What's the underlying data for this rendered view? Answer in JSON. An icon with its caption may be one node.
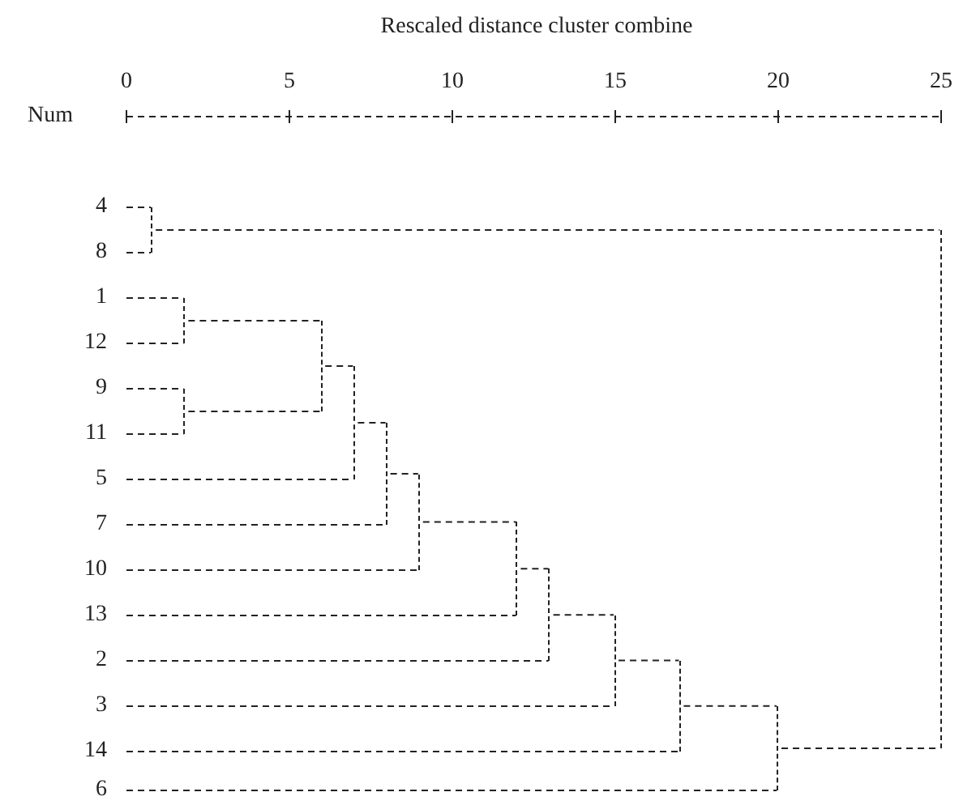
{
  "diagram": {
    "title": "Rescaled distance cluster combine",
    "nodes": [
      {
        "text": [
          "4"
        ]
      },
      {
        "text": [
          "8"
        ]
      },
      {
        "text": [
          "1"
        ]
      },
      {
        "text": [
          "12"
        ]
      },
      {
        "text": [
          "9"
        ]
      },
      {
        "text": [
          "11"
        ]
      },
      {
        "text": [
          "5"
        ]
      },
      {
        "text": [
          "7"
        ]
      },
      {
        "text": [
          "10"
        ]
      },
      {
        "text": [
          "13"
        ]
      },
      {
        "text": [
          "2"
        ]
      },
      {
        "text": [
          "3"
        ]
      },
      {
        "text": [
          "14"
        ]
      },
      {
        "text": [
          "6"
        ]
      },
      {
        "text": [],
        "shape": "bar"
      },
      {
        "text": [],
        "shape": "bar"
      },
      {
        "text": [],
        "shape": "bar"
      },
      {
        "text": [],
        "shape": "bar"
      },
      {
        "text": [],
        "shape": "bar"
      },
      {
        "text": [],
        "shape": "bar"
      },
      {
        "text": [],
        "shape": "bar"
      },
      {
        "text": [],
        "shape": "bar"
      },
      {
        "text": [],
        "shape": "bar"
      },
      {
        "text": [],
        "shape": "bar"
      },
      {
        "text": [],
        "shape": "bar"
      },
      {
        "text": [],
        "shape": "bar"
      },
      {
        "text": [],
        "shape": "bar"
      }
    ],
    "edges": [
      {
        "from": 0,
        "to": 14,
        "arrow": "none"
      },
      {
        "from": 1,
        "to": 14,
        "arrow": "none"
      },
      {
        "from": 2,
        "to": 15,
        "arrow": "none"
      },
      {
        "from": 3,
        "to": 15,
        "arrow": "none"
      },
      {
        "from": 4,
        "to": 16,
        "arrow": "none"
      },
      {
        "from": 5,
        "to": 16,
        "arrow": "none"
      },
      {
        "from": 15,
        "to": 17,
        "arrow": "none"
      },
      {
        "from": 16,
        "to": 17,
        "arrow": "none"
      },
      {
        "from": 17,
        "to": 18,
        "arrow": "none"
      },
      {
        "from": 6,
        "to": 18,
        "arrow": "none"
      },
      {
        "from": 18,
        "to": 19,
        "arrow": "none"
      },
      {
        "from": 7,
        "to": 19,
        "arrow": "none"
      },
      {
        "from": 19,
        "to": 20,
        "arrow": "none"
      },
      {
        "from": 8,
        "to": 20,
        "arrow": "none"
      },
      {
        "from": 20,
        "to": 21,
        "arrow": "none"
      },
      {
        "from": 9,
        "to": 21,
        "arrow": "none"
      },
      {
        "from": 21,
        "to": 22,
        "arrow": "none"
      },
      {
        "from": 10,
        "to": 22,
        "arrow": "none"
      },
      {
        "from": 22,
        "to": 23,
        "arrow": "none"
      },
      {
        "from": 11,
        "to": 23,
        "arrow": "none"
      },
      {
        "from": 23,
        "to": 24,
        "arrow": "none"
      },
      {
        "from": 12,
        "to": 24,
        "arrow": "none"
      },
      {
        "from": 24,
        "to": 25,
        "arrow": "none"
      },
      {
        "from": 13,
        "to": 25,
        "arrow": "none"
      },
      {
        "from": 14,
        "to": 26,
        "arrow": "none"
      },
      {
        "from": 25,
        "to": 26,
        "arrow": "none"
      }
    ],
    "labels": [
      "Num",
      "0",
      "5",
      "10",
      "15",
      "20",
      "25"
    ]
  }
}
